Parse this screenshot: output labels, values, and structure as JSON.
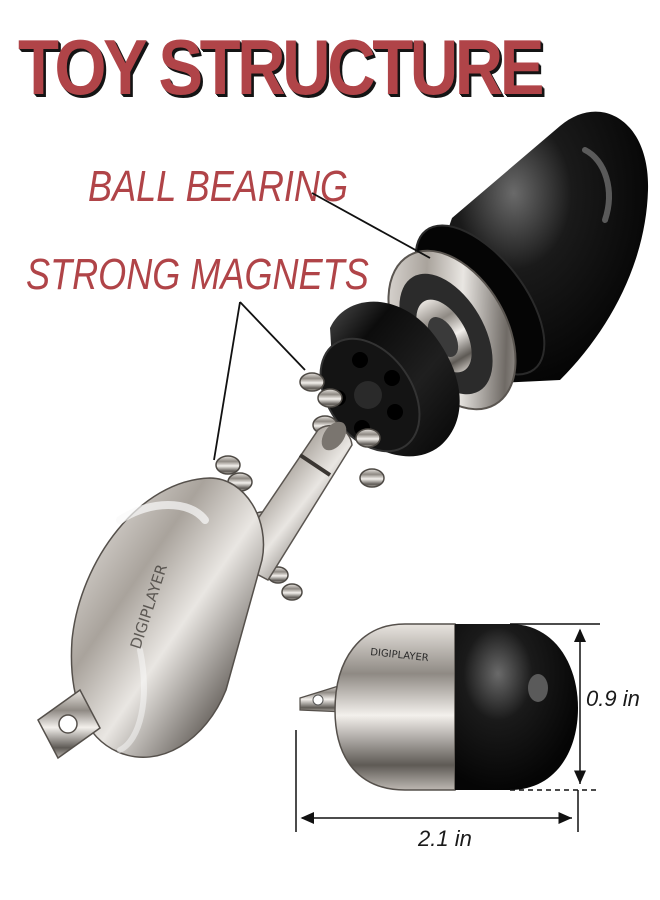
{
  "title": "TOY STRUCTURE",
  "labels": {
    "ball_bearing": "BALL BEARING",
    "strong_magnets": "STRONG MAGNETS"
  },
  "brand_engraving": "DIGIPLAYER",
  "dimensions": {
    "height": "0.9 in",
    "width": "2.1 in"
  },
  "colors": {
    "accent": "#b04448",
    "black_cap": "#111111",
    "chrome": "#c8c3bd"
  }
}
